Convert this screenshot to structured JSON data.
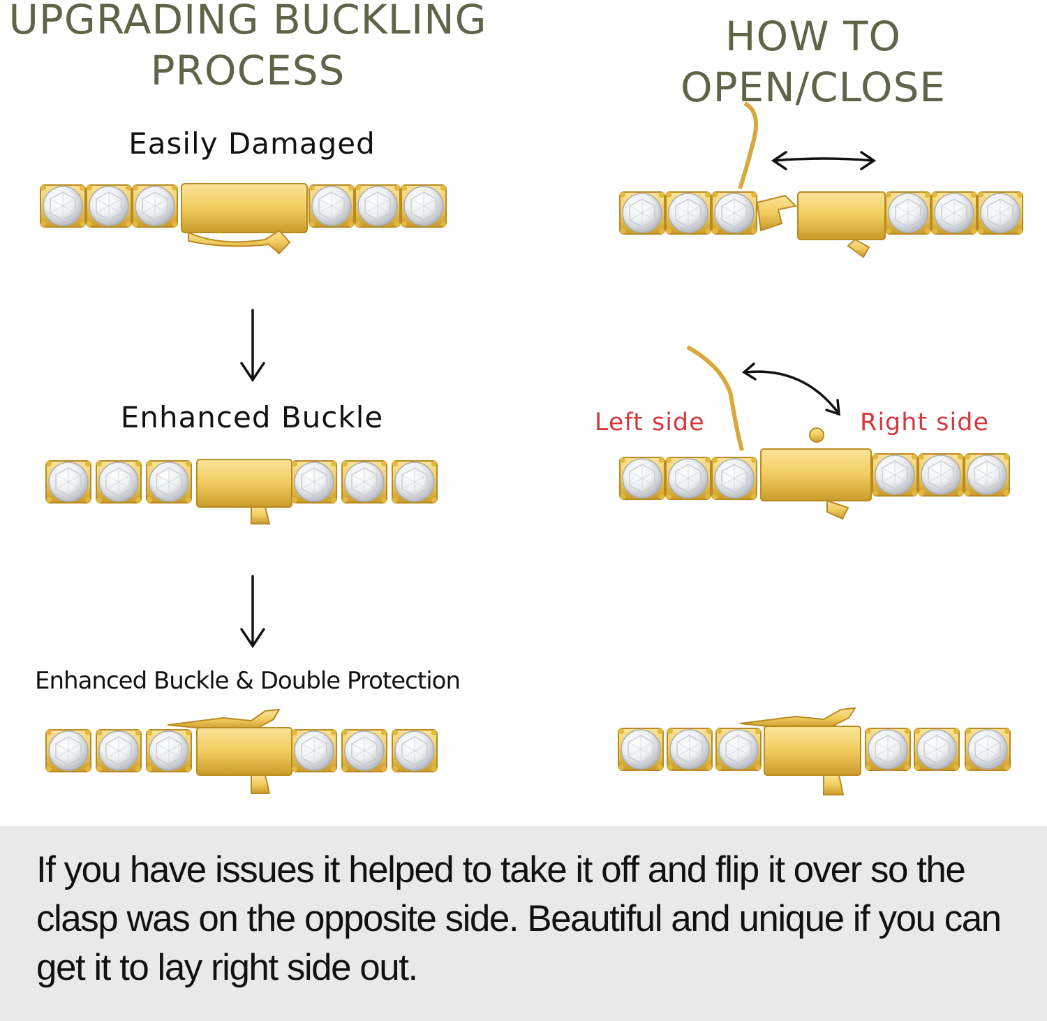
{
  "colors": {
    "heading": "#5f6447",
    "side_label": "#d6373b",
    "gold": "#e8c14a",
    "footer_bg": "#e9e9e9"
  },
  "left_column": {
    "title_lines": [
      "UPGRADING BUCKLING",
      "PROCESS"
    ],
    "steps": [
      {
        "label": "Easily Damaged",
        "image": "bracelet-basic-clasp"
      },
      {
        "label": "Enhanced Buckle",
        "image": "bracelet-enhanced-buckle"
      },
      {
        "label": "Enhanced Buckle & Double Protection",
        "image": "bracelet-double-protection"
      }
    ],
    "arrow_icon": "down-arrow-icon"
  },
  "right_column": {
    "title": "HOW TO OPEN/CLOSE",
    "left_side_label": "Left side",
    "right_side_label": "Right side",
    "images": [
      "bracelet-open-separated",
      "bracelet-latch-lifted",
      "bracelet-closed-locked"
    ],
    "arrow_icons": [
      "double-arrow-horizontal-icon",
      "double-arrow-curved-icon"
    ]
  },
  "footer": {
    "text": "If you have issues it helped to take it off and flip it over so the clasp was on the opposite side. Beautiful and unique if you can get it to lay right side out."
  }
}
